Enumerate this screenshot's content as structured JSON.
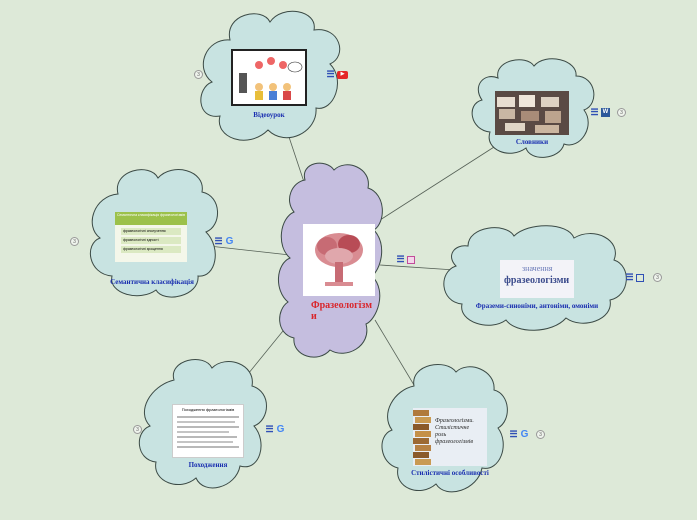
{
  "central": {
    "label_line1": "Фразеологізм",
    "label_line2": "и"
  },
  "nodes": {
    "vidourok": {
      "label": "Відеоурок",
      "counter": "3"
    },
    "slovnyky": {
      "label": "Словники",
      "counter": "3"
    },
    "semantic": {
      "label": "Семантична класифікація",
      "counter": "3"
    },
    "synonyms": {
      "label": "Фраземи-синоніми, антоніми, омоніми",
      "counter": "3"
    },
    "origin": {
      "label": "Походження",
      "counter": "3"
    },
    "stylistic": {
      "label": "Стилістичні особливості",
      "counter": "3"
    }
  },
  "thumbnails": {
    "semantic": {
      "title": "Семантична класифікація фразеологізмів",
      "rows": [
        "фразеологічні сполучення",
        "фразеологічні єдності",
        "фразеологічні зрощення"
      ]
    },
    "synonyms": {
      "cloud_big": "фразеологізми",
      "cloud_small": "значення"
    },
    "origin": {
      "title": "Походження фразеологізмів"
    },
    "stylistic": {
      "line1": "Фразеологізми.",
      "line2": "Стилістичне",
      "line3": "роль",
      "line4": "фразеологізмів"
    }
  },
  "colors": {
    "background": "#dde9d8",
    "cloud": "#c8e3e1",
    "central_cloud": "#c5bedf",
    "label": "#1a2fb0",
    "central_label": "#d9262c"
  }
}
